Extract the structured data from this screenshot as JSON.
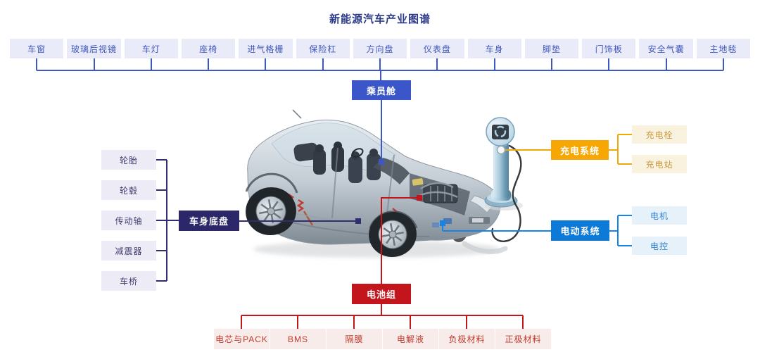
{
  "title": "新能源汽车产业图谱",
  "groups": {
    "cabin": {
      "label": "乘员舱",
      "color": "#3a56c8",
      "line_color": "#3e58c0",
      "parts": [
        "车窗",
        "玻璃后视镜",
        "车灯",
        "座椅",
        "进气格栅",
        "保险杠",
        "方向盘",
        "仪表盘",
        "车身",
        "脚垫",
        "门饰板",
        "安全气囊",
        "主地毯"
      ]
    },
    "chassis": {
      "label": "车身底盘",
      "color": "#2c2768",
      "line_color": "#322d6e",
      "parts": [
        "轮胎",
        "轮毂",
        "传动轴",
        "减震器",
        "车桥"
      ]
    },
    "charging": {
      "label": "充电系统",
      "color": "#f6a703",
      "line_color": "#f1a802",
      "parts": [
        "充电栓",
        "充电站"
      ]
    },
    "electric": {
      "label": "电动系统",
      "color": "#0e7ad8",
      "line_color": "#1584e8",
      "parts": [
        "电机",
        "电控"
      ]
    },
    "battery": {
      "label": "电池组",
      "color": "#c3161c",
      "line_color": "#c3161c",
      "parts": [
        "电芯与PACK",
        "BMS",
        "隔膜",
        "电解液",
        "负极材料",
        "正极材料"
      ]
    }
  },
  "illustrations": {
    "car": "cutaway-car-illustration",
    "charger": "charging-pile-illustration"
  }
}
